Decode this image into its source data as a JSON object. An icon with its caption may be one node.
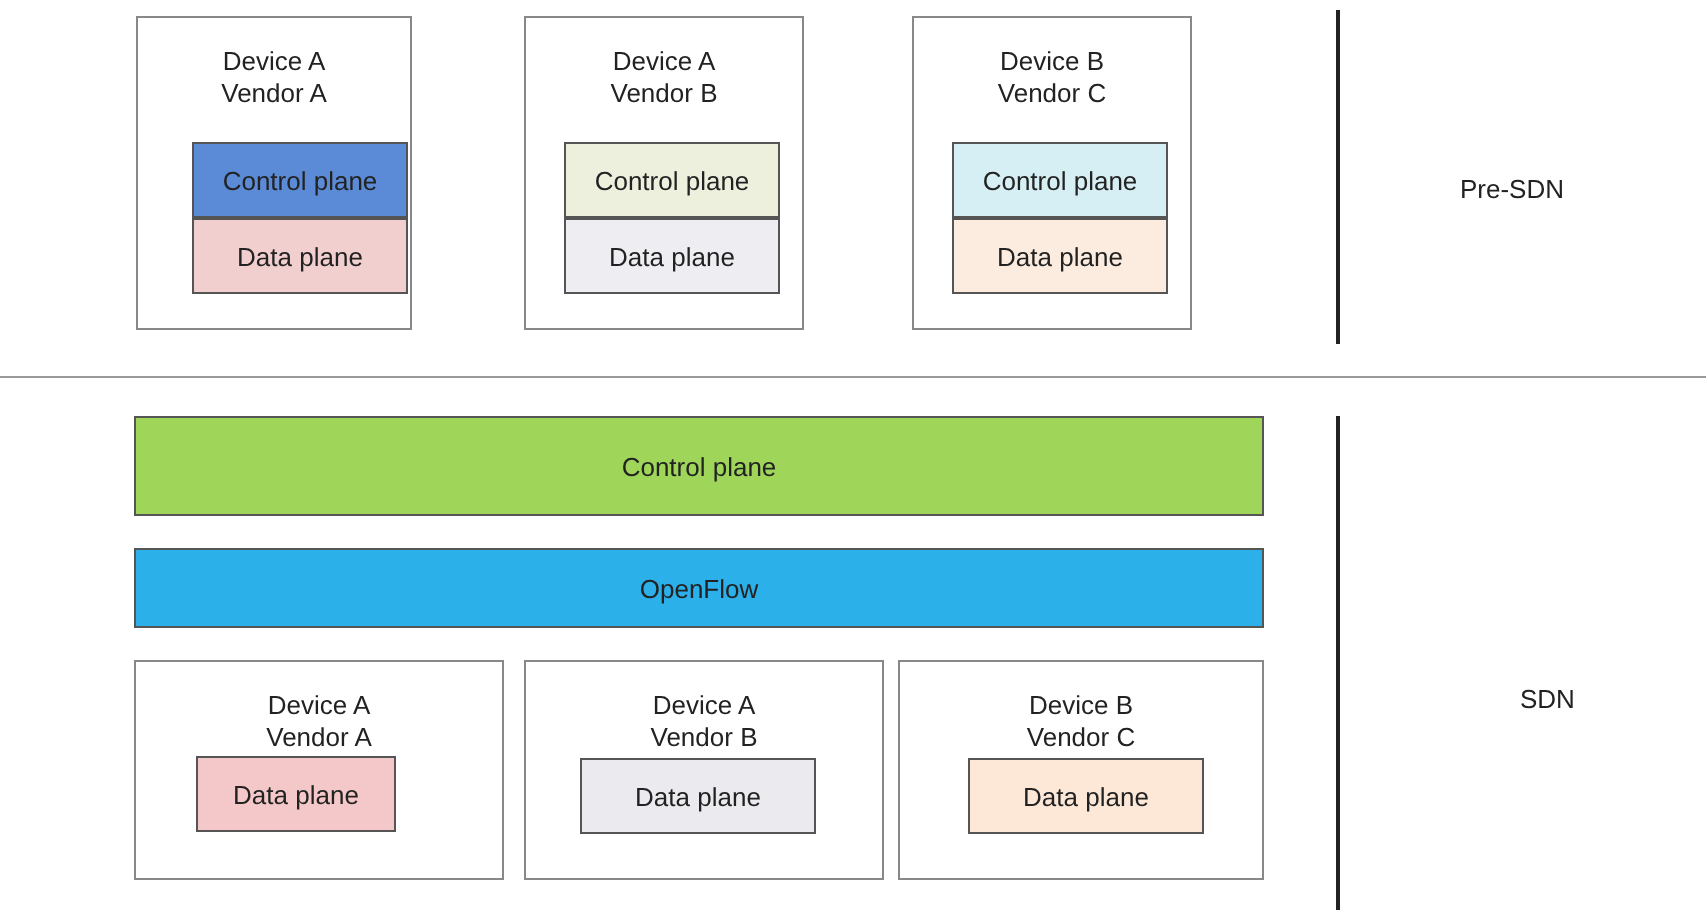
{
  "diagram": {
    "nodes": [
      {
        "text": [
          "Device A Vendor A"
        ]
      },
      {
        "text": [
          "Control plane"
        ],
        "in": 0
      },
      {
        "text": [
          "Data plane"
        ],
        "in": 0
      },
      {
        "text": [
          "Device A Vendor B"
        ]
      },
      {
        "text": [
          "Control plane"
        ],
        "in": 3
      },
      {
        "text": [
          "Data plane"
        ],
        "in": 3
      },
      {
        "text": [
          "Device B Vendor C"
        ]
      },
      {
        "text": [
          "Control plane"
        ],
        "in": 6
      },
      {
        "text": [
          "Data plane"
        ],
        "in": 6
      },
      {
        "text": [
          "Control plane"
        ]
      },
      {
        "text": [
          "OpenFlow"
        ]
      },
      {
        "text": [
          "Device A Vendor A"
        ]
      },
      {
        "text": [
          "Data plane"
        ],
        "in": 11
      },
      {
        "text": [
          "Device A Vendor B"
        ]
      },
      {
        "text": [
          "Data plane"
        ],
        "in": 13
      },
      {
        "text": [
          "Device B Vendor C"
        ]
      },
      {
        "text": [
          "Data plane"
        ],
        "in": 15
      }
    ],
    "edges": [],
    "labels": [
      "Pre-SDN",
      "SDN"
    ]
  }
}
